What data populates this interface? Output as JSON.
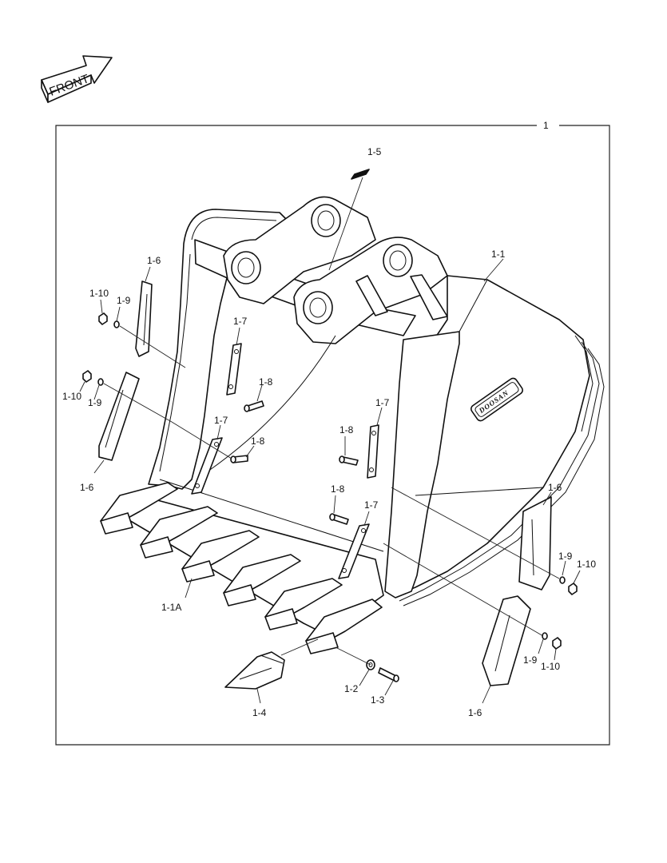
{
  "direction_label": "FRONT",
  "brand_logo": "DOOSAN",
  "assembly_callout": "1",
  "callouts": {
    "bucket_body": "1-1",
    "bucket_tip": "1-1A",
    "washer": "1-2",
    "pin": "1-3",
    "tooth": "1-4",
    "shim": "1-5",
    "side_cutter": "1-6",
    "plate": "1-7",
    "bolt": "1-8",
    "lock_washer": "1-9",
    "nut": "1-10"
  }
}
